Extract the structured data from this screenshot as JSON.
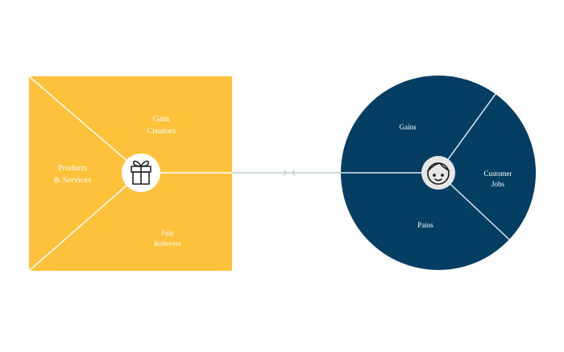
{
  "value_map": {
    "sections": {
      "gain_creators": "Gain\nCreators",
      "products_services": "Products\n& Services",
      "pain_relievers": "Pain\nRelievers"
    },
    "center_icon": "gift-icon",
    "fill_color": "#FDC13B",
    "line_color": "#ffffff"
  },
  "customer_profile": {
    "sections": {
      "gains": "Gains",
      "customer_jobs": "Customer\nJobs",
      "pains": "Pains"
    },
    "center_icon": "face-icon",
    "fill_color": "#043E63",
    "line_color": "#dce6ee"
  },
  "connector": {
    "color": "#c3cfda",
    "icon": "fit-arrows-icon"
  }
}
